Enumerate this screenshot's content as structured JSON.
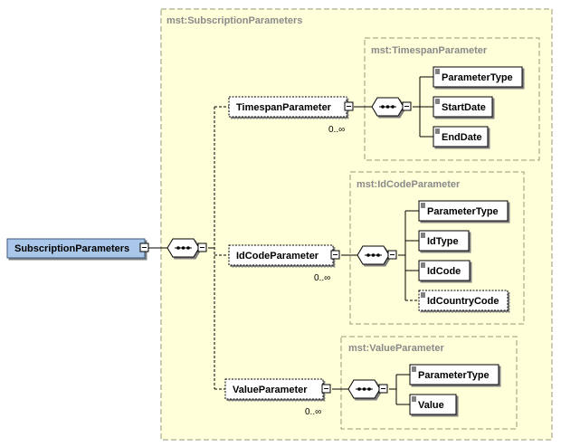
{
  "colors": {
    "type_box_fill": "#ffffd9",
    "type_box_border": "#9a9a7a",
    "root_fill": "#a9c7e8",
    "root_border": "#3a5a80",
    "element_fill": "#ffffff",
    "line": "#000000",
    "type_label": "#8a8a8a"
  },
  "diagram": {
    "root": {
      "label": "SubscriptionParameters",
      "icon": "collapse-minus-icon"
    },
    "outer_type": {
      "label": "mst:SubscriptionParameters"
    },
    "root_sequence": {
      "icon": "sequence-compositor-icon"
    },
    "branches": [
      {
        "label": "TimespanParameter",
        "occurrence": "0..∞",
        "type_label": "mst:TimespanParameter",
        "children": [
          {
            "label": "ParameterType",
            "optional": false
          },
          {
            "label": "StartDate",
            "optional": false
          },
          {
            "label": "EndDate",
            "optional": false
          }
        ]
      },
      {
        "label": "IdCodeParameter",
        "occurrence": "0..∞",
        "type_label": "mst:IdCodeParameter",
        "children": [
          {
            "label": "ParameterType",
            "optional": false
          },
          {
            "label": "IdType",
            "optional": false
          },
          {
            "label": "IdCode",
            "optional": false
          },
          {
            "label": "IdCountryCode",
            "optional": true
          }
        ]
      },
      {
        "label": "ValueParameter",
        "occurrence": "0..∞",
        "type_label": "mst:ValueParameter",
        "children": [
          {
            "label": "ParameterType",
            "optional": false
          },
          {
            "label": "Value",
            "optional": false
          }
        ]
      }
    ]
  }
}
